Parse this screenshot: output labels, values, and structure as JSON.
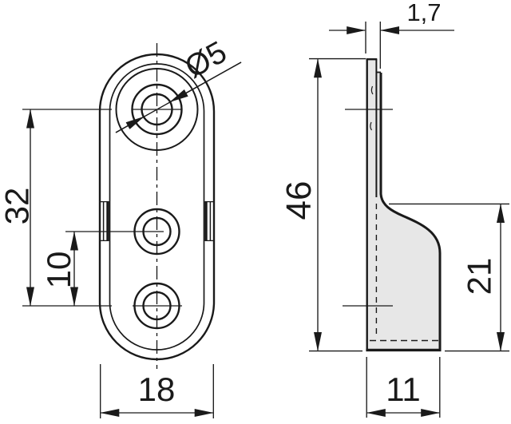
{
  "drawing": {
    "dimensions": {
      "hole_diameter": "Ø5",
      "hole_spacing_total": "32",
      "hole_spacing_lower": "10",
      "plate_width": "18",
      "material_thickness": "1,7",
      "total_height": "46",
      "hook_height": "21",
      "bracket_depth": "11"
    },
    "colors": {
      "line": "#1a1a1a",
      "part_fill": "#e7e7e7",
      "hole_fill": "#ffffff",
      "background": "#ffffff"
    }
  }
}
